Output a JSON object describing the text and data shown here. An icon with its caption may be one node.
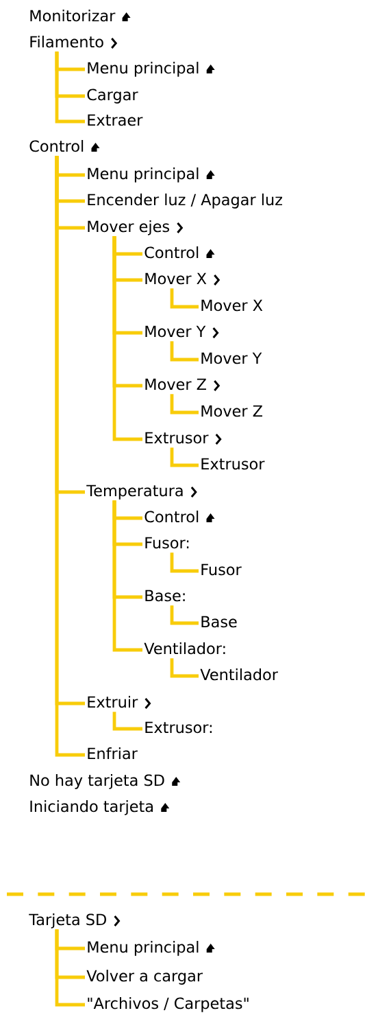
{
  "diagram": {
    "nodes": [
      {
        "text": [
          "Monitorizar"
        ]
      },
      {
        "text": [
          "Filamento"
        ]
      },
      {
        "text": [
          "Menu principal"
        ]
      },
      {
        "text": [
          "Cargar"
        ]
      },
      {
        "text": [
          "Extraer"
        ]
      },
      {
        "text": [
          "Control"
        ]
      },
      {
        "text": [
          "Menu principal"
        ]
      },
      {
        "text": [
          "Encender luz / Apagar luz"
        ]
      },
      {
        "text": [
          "Mover ejes"
        ]
      },
      {
        "text": [
          "Control"
        ]
      },
      {
        "text": [
          "Mover X"
        ]
      },
      {
        "text": [
          "Mover X"
        ]
      },
      {
        "text": [
          "Mover Y"
        ]
      },
      {
        "text": [
          "Mover Y"
        ]
      },
      {
        "text": [
          "Mover Z"
        ]
      },
      {
        "text": [
          "Mover Z"
        ]
      },
      {
        "text": [
          "Extrusor"
        ]
      },
      {
        "text": [
          "Extrusor"
        ]
      },
      {
        "text": [
          "Temperatura"
        ]
      },
      {
        "text": [
          "Control"
        ]
      },
      {
        "text": [
          "Fusor:"
        ]
      },
      {
        "text": [
          "Fusor"
        ]
      },
      {
        "text": [
          "Base:"
        ]
      },
      {
        "text": [
          "Base"
        ]
      },
      {
        "text": [
          "Ventilador:"
        ]
      },
      {
        "text": [
          "Ventilador"
        ]
      },
      {
        "text": [
          "Extruir"
        ]
      },
      {
        "text": [
          "Extrusor:"
        ]
      },
      {
        "text": [
          "Enfriar"
        ]
      },
      {
        "text": [
          "No hay tarjeta SD"
        ]
      },
      {
        "text": [
          "Iniciando tarjeta"
        ]
      },
      {
        "text": [
          "Tarjeta SD"
        ]
      },
      {
        "text": [
          "Menu principal"
        ]
      },
      {
        "text": [
          "Volver a cargar"
        ]
      },
      {
        "text": [
          "\"Archivos / Carpetas\""
        ]
      }
    ],
    "edges": [
      {
        "from": 1,
        "to": 2,
        "arrow": "none"
      },
      {
        "from": 1,
        "to": 3,
        "arrow": "none"
      },
      {
        "from": 1,
        "to": 4,
        "arrow": "none"
      },
      {
        "from": 5,
        "to": 6,
        "arrow": "none"
      },
      {
        "from": 5,
        "to": 7,
        "arrow": "none"
      },
      {
        "from": 5,
        "to": 8,
        "arrow": "none"
      },
      {
        "from": 8,
        "to": 9,
        "arrow": "none"
      },
      {
        "from": 8,
        "to": 10,
        "arrow": "none"
      },
      {
        "from": 10,
        "to": 11,
        "arrow": "none"
      },
      {
        "from": 8,
        "to": 12,
        "arrow": "none"
      },
      {
        "from": 12,
        "to": 13,
        "arrow": "none"
      },
      {
        "from": 8,
        "to": 14,
        "arrow": "none"
      },
      {
        "from": 14,
        "to": 15,
        "arrow": "none"
      },
      {
        "from": 8,
        "to": 16,
        "arrow": "none"
      },
      {
        "from": 16,
        "to": 17,
        "arrow": "none"
      },
      {
        "from": 5,
        "to": 18,
        "arrow": "none"
      },
      {
        "from": 18,
        "to": 19,
        "arrow": "none"
      },
      {
        "from": 18,
        "to": 20,
        "arrow": "none"
      },
      {
        "from": 20,
        "to": 21,
        "arrow": "none"
      },
      {
        "from": 18,
        "to": 22,
        "arrow": "none"
      },
      {
        "from": 22,
        "to": 23,
        "arrow": "none"
      },
      {
        "from": 18,
        "to": 24,
        "arrow": "none"
      },
      {
        "from": 24,
        "to": 25,
        "arrow": "none"
      },
      {
        "from": 5,
        "to": 26,
        "arrow": "none"
      },
      {
        "from": 26,
        "to": 27,
        "arrow": "none"
      },
      {
        "from": 5,
        "to": 28,
        "arrow": "none"
      },
      {
        "from": 31,
        "to": 32,
        "arrow": "none"
      },
      {
        "from": 31,
        "to": 33,
        "arrow": "none"
      },
      {
        "from": 31,
        "to": 34,
        "arrow": "none"
      }
    ]
  }
}
